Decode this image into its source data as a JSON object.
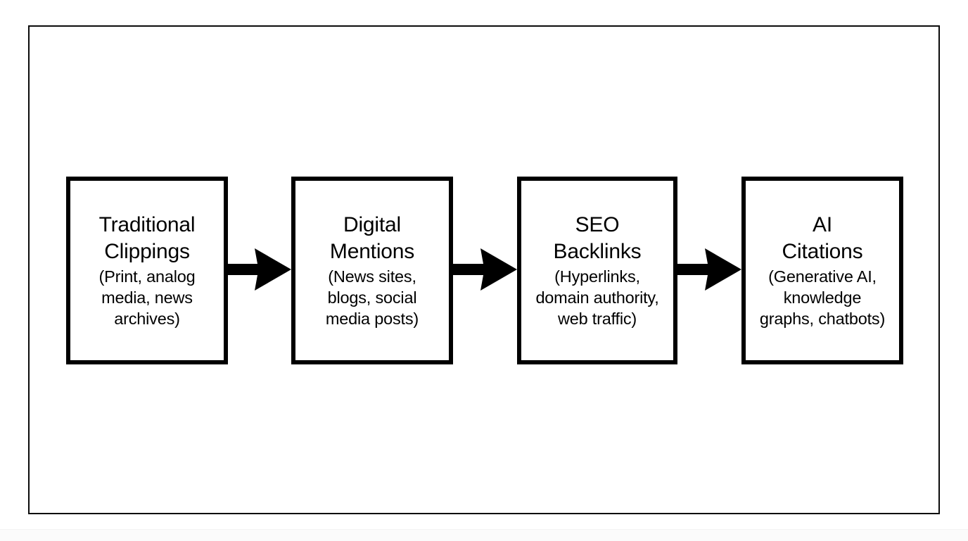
{
  "diagram": {
    "type": "flow",
    "background_color": "#ffffff",
    "line_color": "#000000",
    "frame": {
      "name": "outer-frame"
    },
    "stages": [
      {
        "id": "traditional-clippings",
        "title": "Traditional\nClippings",
        "detail": "(Print, analog\nmedia, news\narchives)"
      },
      {
        "id": "digital-mentions",
        "title": "Digital\nMentions",
        "detail": "(News sites,\nblogs, social\nmedia posts)"
      },
      {
        "id": "seo-backlinks",
        "title": "SEO\nBacklinks",
        "detail": "(Hyperlinks,\ndomain authority,\nweb traffic)"
      },
      {
        "id": "ai-citations",
        "title": "AI\nCitations",
        "detail": "(Generative AI,\nknowledge\ngraphs, chatbots)"
      }
    ],
    "connectors": [
      {
        "id": "arrow-0",
        "from": "traditional-clippings",
        "to": "digital-mentions",
        "direction": "right"
      },
      {
        "id": "arrow-1",
        "from": "digital-mentions",
        "to": "seo-backlinks",
        "direction": "right"
      },
      {
        "id": "arrow-2",
        "from": "seo-backlinks",
        "to": "ai-citations",
        "direction": "right"
      }
    ]
  }
}
